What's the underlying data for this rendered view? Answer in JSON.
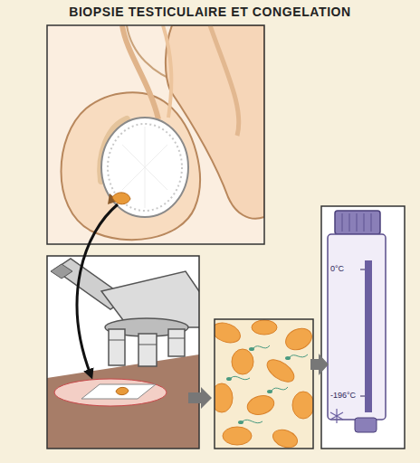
{
  "diagram": {
    "title": "BIOPSIE TESTICULAIRE ET CONGELATION",
    "labels": [
      "0°C",
      "-196°C"
    ]
  }
}
